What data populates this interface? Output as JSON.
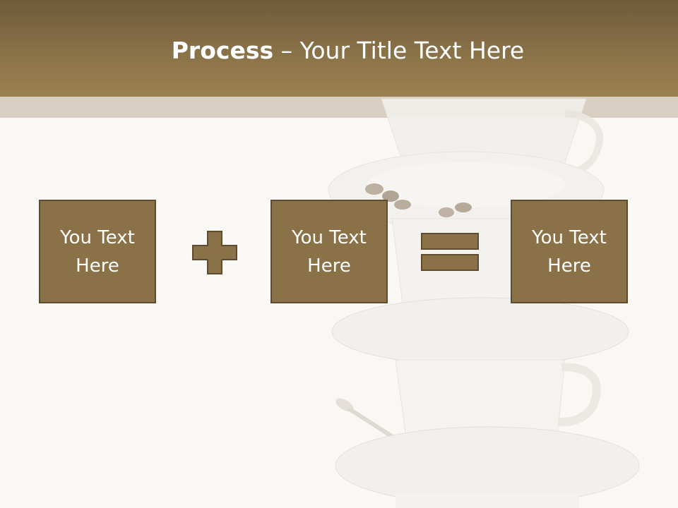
{
  "header": {
    "title_bold": "Process",
    "title_rest": " – Your Title Text Here"
  },
  "boxes": [
    {
      "label": "You Text Here"
    },
    {
      "label": "You Text Here"
    },
    {
      "label": "You Text Here"
    }
  ],
  "icons": {
    "operator_1": "plus-icon",
    "operator_2": "equals-icon"
  },
  "colors": {
    "header": "#8a7248",
    "box_fill": "#8a7148",
    "box_border": "#5e4c31",
    "subband": "#d8cec2",
    "background": "#f9f8f5"
  }
}
